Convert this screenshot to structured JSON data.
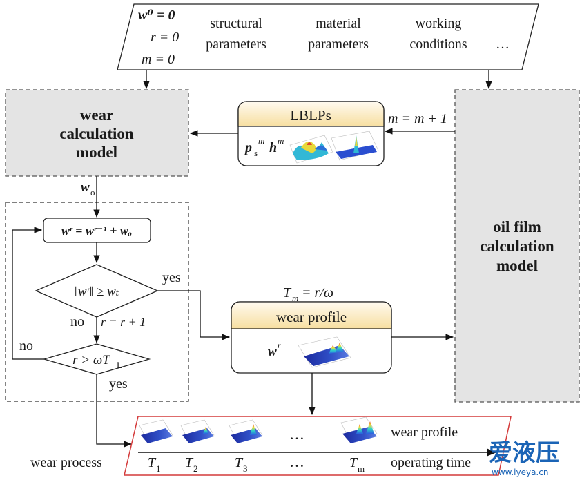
{
  "top_parallelogram": {
    "init_w": "w⁰ = 0",
    "init_r": "r = 0",
    "init_m": "m = 0",
    "structural": [
      "structural",
      "parameters"
    ],
    "material": [
      "material",
      "parameters"
    ],
    "working": [
      "working",
      "conditions"
    ],
    "ellipsis": "…"
  },
  "wear_model": [
    "wear",
    "calculation",
    "model"
  ],
  "oil_model": [
    "oil film",
    "calculation",
    "model"
  ],
  "lblps": {
    "title": "LBLPs",
    "ps_label": "p",
    "ps_sub": "s",
    "ps_sup": "m",
    "h_label": "h",
    "h_sup": "m"
  },
  "m_update": "m = m + 1",
  "w_o_label": "w",
  "w_o_sub": "o",
  "update_box": "wʳ = wʳ⁻¹ + wₒ",
  "decision1": "‖wʳ‖ ≥ wₜ",
  "decision2": "r > ωT",
  "decision2_sub": "L",
  "yes1": "yes",
  "no1": "no",
  "r_update": "r = r + 1",
  "no2": "no",
  "yes2": "yes",
  "tm_label": "T",
  "tm_sub": "m",
  "tm_rhs": "= r/ω",
  "wear_profile": {
    "title": "wear profile",
    "w_label": "w",
    "w_sup": "r"
  },
  "bottom": {
    "wear_process": "wear process",
    "wear_profile": "wear profile",
    "operating_time": "operating time",
    "ellipsis": "…",
    "t_labels": [
      {
        "main": "T",
        "sub": "1"
      },
      {
        "main": "T",
        "sub": "2"
      },
      {
        "main": "T",
        "sub": "3"
      },
      {
        "main": "T",
        "sub": "m"
      }
    ]
  },
  "watermark": {
    "main": "爱液压",
    "url": "www.iyeya.cn"
  },
  "colors": {
    "box_gray": "#e4e4e4",
    "header_yellow": "#fbeec6",
    "red_border": "#d43a3a",
    "watermark_blue": "#1b64b6",
    "surface_blue": "#2a3fb6"
  }
}
